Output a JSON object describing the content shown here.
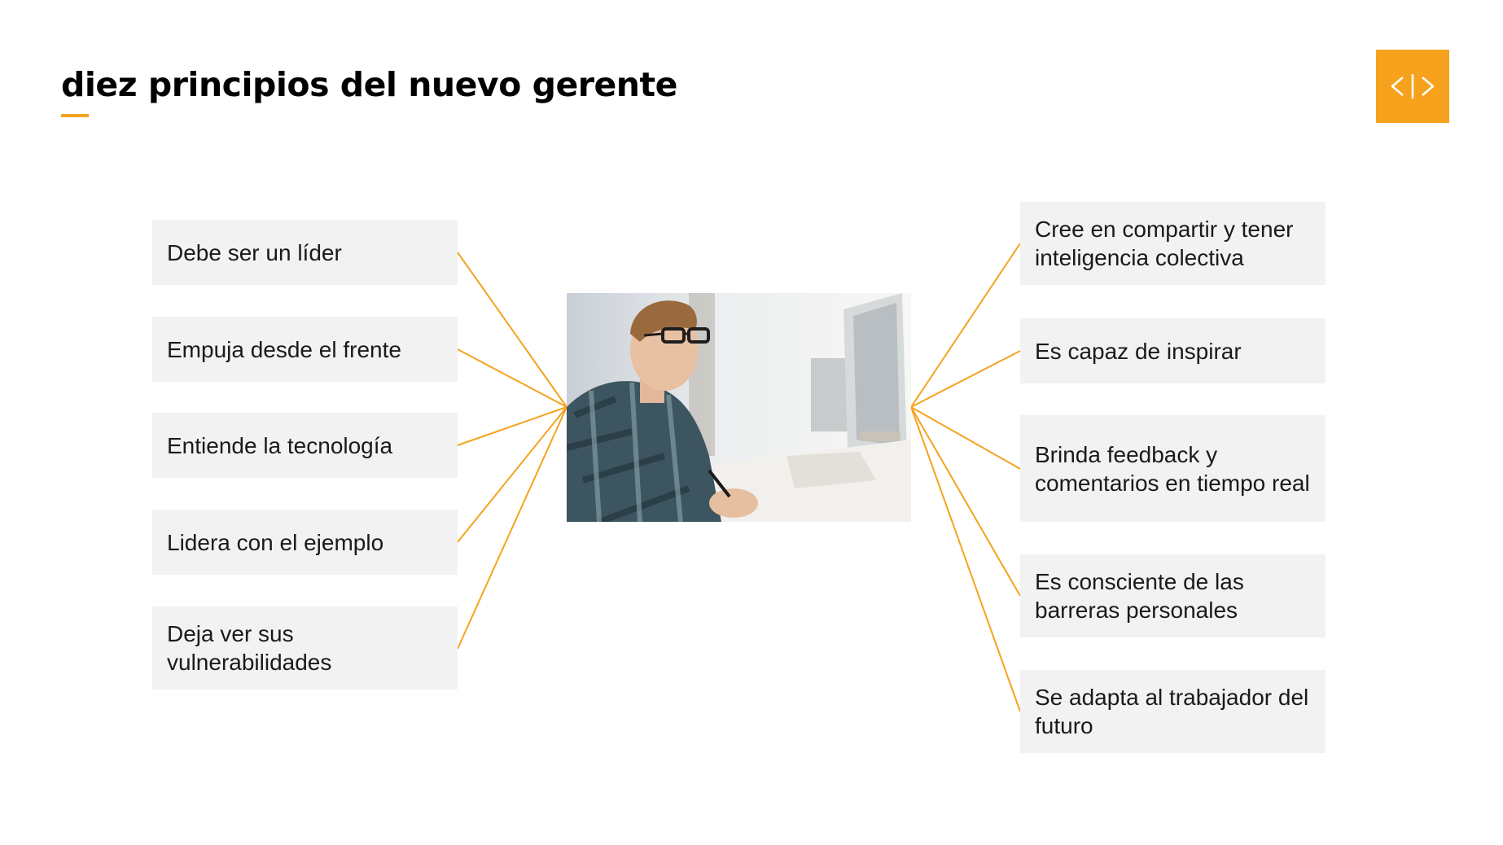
{
  "slide": {
    "title": "diez principios del nuevo gerente"
  },
  "logo": {
    "icon": "code-brackets-icon",
    "color": "#f6a21d"
  },
  "accent_color": "#f6a21d",
  "box_color": "#f2f2f2",
  "left_principles": [
    "Debe ser un líder",
    "Empuja desde el frente",
    "Entiende la tecnología",
    "Lidera con el ejemplo",
    "Deja ver sus vulnerabilidades"
  ],
  "right_principles": [
    "Cree en compartir y tener inteligencia colectiva",
    "Es capaz de inspirar",
    "Brinda feedback y comentarios en tiempo real",
    "Es consciente de las barreras personales",
    "Se adapta al trabajador del futuro"
  ],
  "center_image": {
    "icon": "man-at-computer-photo"
  }
}
